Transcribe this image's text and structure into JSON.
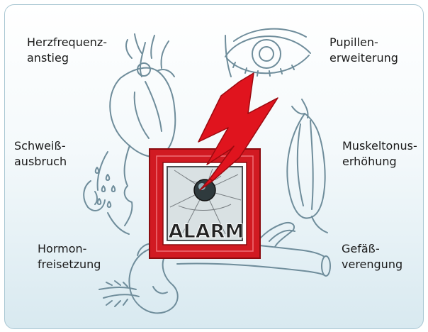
{
  "labels": {
    "heart_rate": "Herzfrequenz-\nanstieg",
    "pupil": "Pupillen-\nerweiterung",
    "sweat": "Schweiß-\nausbruch",
    "muscle": "Muskeltonus-\nerhöhung",
    "hormone": "Hormon-\nfreisetzung",
    "vessel": "Gefäß-\nverengung"
  },
  "alarm": {
    "text": "ALARM"
  },
  "colors": {
    "frame_border": "#a8c6d2",
    "sketch": "#6f8d9b",
    "bolt": "#e0141e",
    "alarm_frame": "#d11a22",
    "alarm_text": "#222222"
  },
  "icons": {
    "heart": "heart-sketch-icon",
    "eye": "eye-sketch-icon",
    "face": "face-sweat-sketch-icon",
    "muscle": "muscle-sketch-icon",
    "kidney": "adrenal-kidney-sketch-icon",
    "vessel": "blood-vessel-sketch-icon",
    "alarm": "alarm-box-icon",
    "bolt": "lightning-bolt-icon"
  }
}
